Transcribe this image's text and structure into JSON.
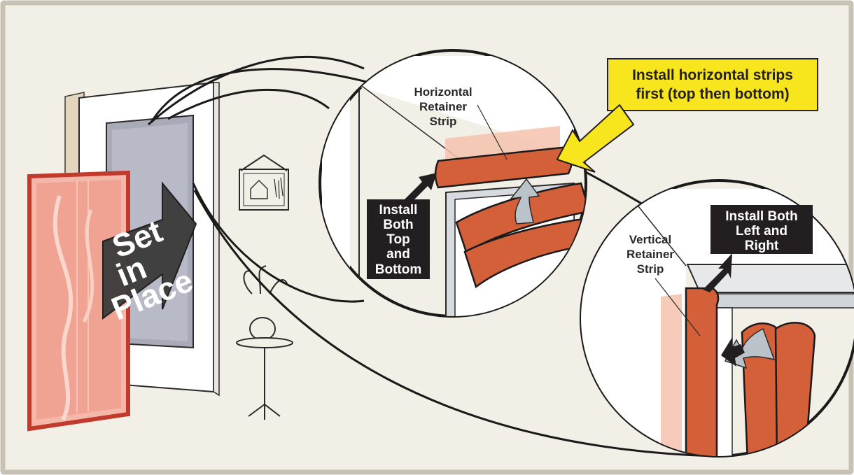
{
  "labels": {
    "callout_line1": "Install horizontal strips",
    "callout_line2": "first (top then bottom)",
    "horizontal_line1": "Horizontal",
    "horizontal_line2": "Retainer",
    "horizontal_line3": "Strip",
    "install_tb_line1": "Install",
    "install_tb_line2": "Both",
    "install_tb_line3": "Top",
    "install_tb_line4": "and",
    "install_tb_line5": "Bottom",
    "install_lr_line1": "Install Both",
    "install_lr_line2": "Left and",
    "install_lr_line3": "Right",
    "vertical_line1": "Vertical",
    "vertical_line2": "Retainer",
    "vertical_line3": "Strip",
    "set_line1": "Set",
    "set_line2": "in",
    "set_line3": "Place"
  },
  "colors": {
    "background": "#f2efe6",
    "frame_border": "#c8c2b4",
    "strip_orange": "#d4603a",
    "screen_red": "#e8897a",
    "callout_yellow": "#f7e61e",
    "label_dark": "#231f20",
    "arrow_gray": "#b9c3c9"
  }
}
